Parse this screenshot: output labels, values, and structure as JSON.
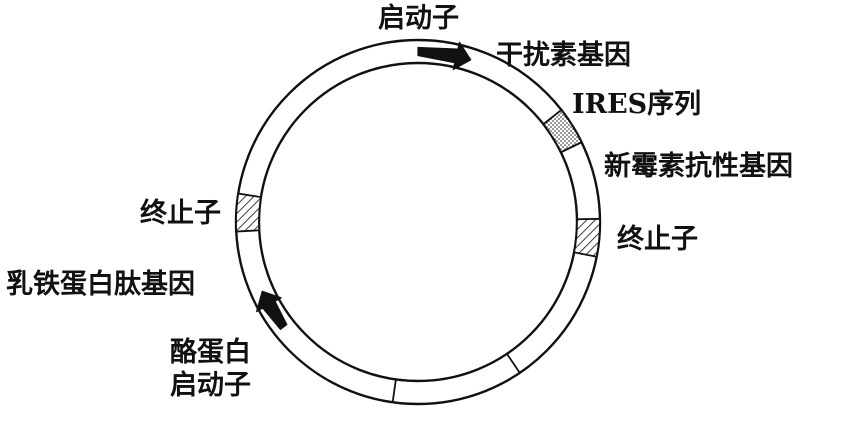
{
  "labels": {
    "promoter_top": "启动子",
    "interferon_gene": "干扰素基因",
    "ires_sequence": "IRES序列",
    "neomycin_gene": "新霉素抗性基因",
    "terminator_right": "终止子",
    "terminator_left": "终止子",
    "lactoferrin_gene": "乳铁蛋白肽基因",
    "casein_promoter_line1": "酪蛋白",
    "casein_promoter_line2": "启动子"
  },
  "colors": {
    "stroke": "#111111",
    "background": "#ffffff",
    "arrow_fill": "#111111"
  }
}
